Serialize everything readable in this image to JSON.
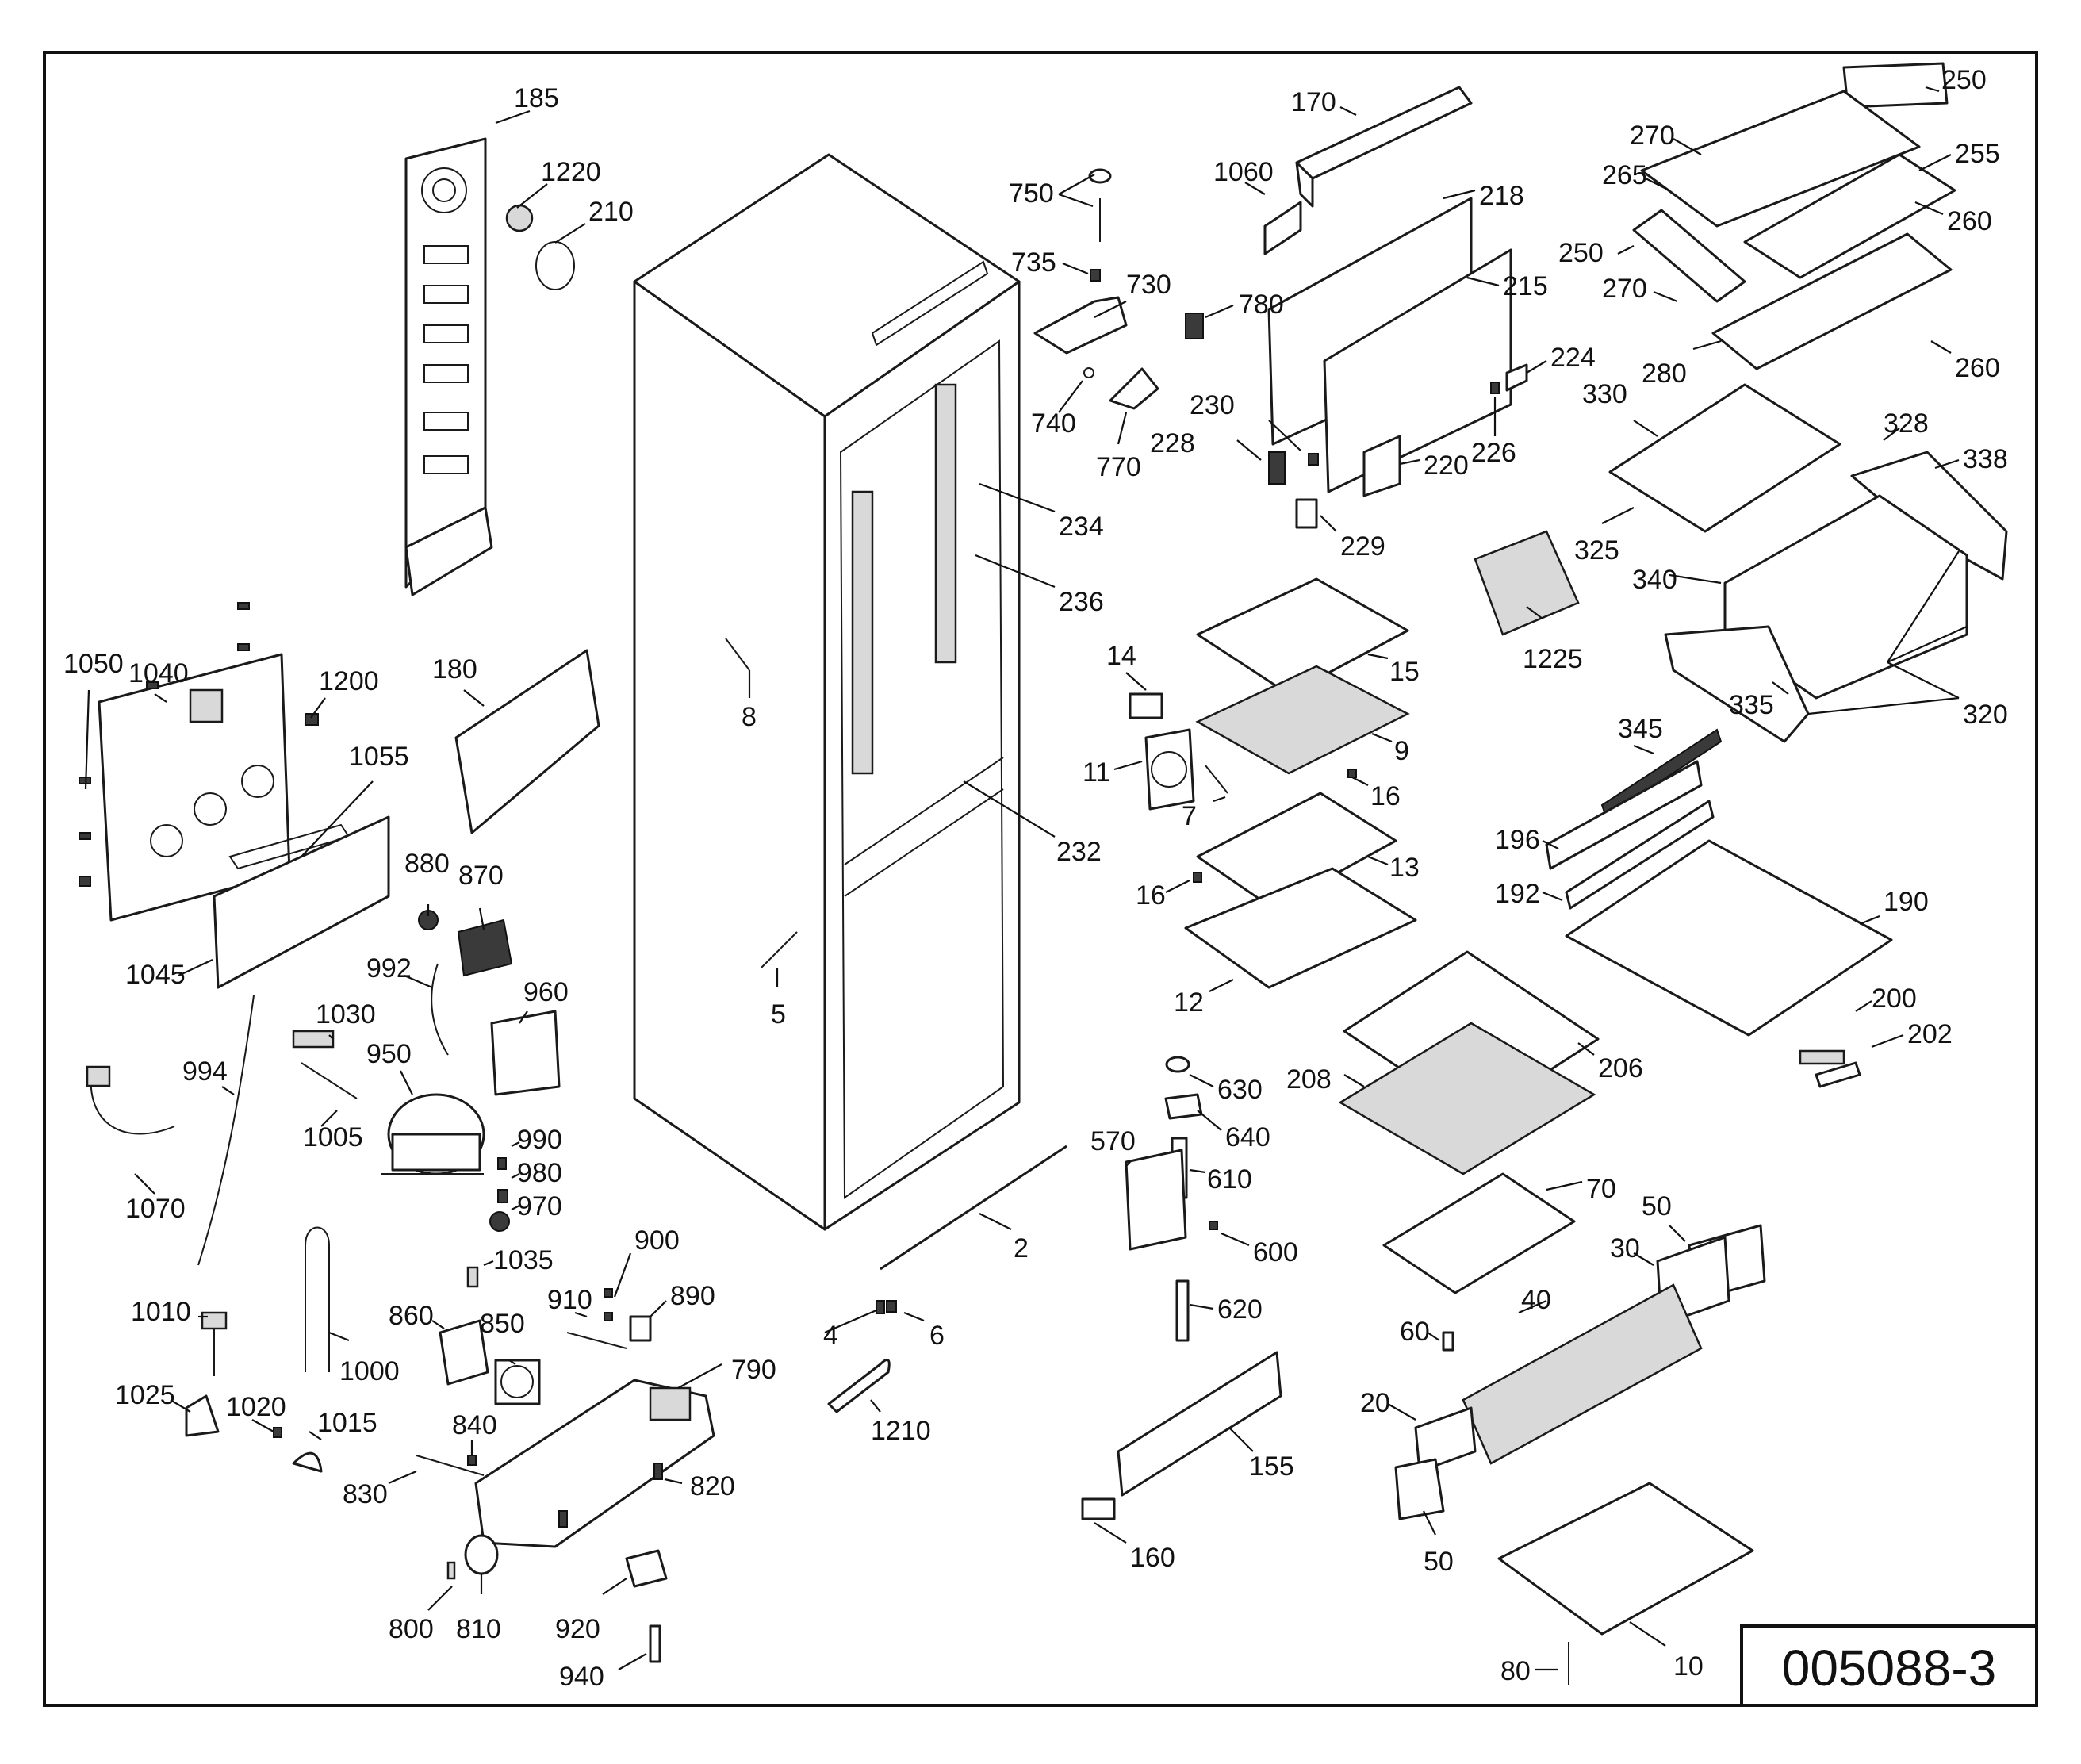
{
  "drawing_code": "005088-3",
  "callouts": [
    {
      "id": "c185",
      "label": "185"
    },
    {
      "id": "c1220",
      "label": "1220"
    },
    {
      "id": "c210",
      "label": "210"
    },
    {
      "id": "c1050",
      "label": "1050"
    },
    {
      "id": "c1040",
      "label": "1040"
    },
    {
      "id": "c1200",
      "label": "1200"
    },
    {
      "id": "c180",
      "label": "180"
    },
    {
      "id": "c1055",
      "label": "1055"
    },
    {
      "id": "c1045",
      "label": "1045"
    },
    {
      "id": "c880",
      "label": "880"
    },
    {
      "id": "c870",
      "label": "870"
    },
    {
      "id": "c992",
      "label": "992"
    },
    {
      "id": "c960",
      "label": "960"
    },
    {
      "id": "c994",
      "label": "994"
    },
    {
      "id": "c1030",
      "label": "1030"
    },
    {
      "id": "c950",
      "label": "950"
    },
    {
      "id": "c1005",
      "label": "1005"
    },
    {
      "id": "c990",
      "label": "990"
    },
    {
      "id": "c980",
      "label": "980"
    },
    {
      "id": "c970",
      "label": "970"
    },
    {
      "id": "c1070",
      "label": "1070"
    },
    {
      "id": "c1035",
      "label": "1035"
    },
    {
      "id": "c900",
      "label": "900"
    },
    {
      "id": "c910",
      "label": "910"
    },
    {
      "id": "c890",
      "label": "890"
    },
    {
      "id": "c1010",
      "label": "1010"
    },
    {
      "id": "c1000",
      "label": "1000"
    },
    {
      "id": "c860",
      "label": "860"
    },
    {
      "id": "c850",
      "label": "850"
    },
    {
      "id": "c790",
      "label": "790"
    },
    {
      "id": "c1025",
      "label": "1025"
    },
    {
      "id": "c1020",
      "label": "1020"
    },
    {
      "id": "c1015",
      "label": "1015"
    },
    {
      "id": "c840",
      "label": "840"
    },
    {
      "id": "c830",
      "label": "830"
    },
    {
      "id": "c820",
      "label": "820"
    },
    {
      "id": "c800",
      "label": "800"
    },
    {
      "id": "c810",
      "label": "810"
    },
    {
      "id": "c920",
      "label": "920"
    },
    {
      "id": "c940",
      "label": "940"
    },
    {
      "id": "c8",
      "label": "8"
    },
    {
      "id": "c5",
      "label": "5"
    },
    {
      "id": "c234",
      "label": "234"
    },
    {
      "id": "c236",
      "label": "236"
    },
    {
      "id": "c232",
      "label": "232"
    },
    {
      "id": "c2",
      "label": "2"
    },
    {
      "id": "c4",
      "label": "4"
    },
    {
      "id": "c6",
      "label": "6"
    },
    {
      "id": "c1210",
      "label": "1210"
    },
    {
      "id": "c750",
      "label": "750"
    },
    {
      "id": "c735",
      "label": "735"
    },
    {
      "id": "c730",
      "label": "730"
    },
    {
      "id": "c740",
      "label": "740"
    },
    {
      "id": "c770",
      "label": "770"
    },
    {
      "id": "c170",
      "label": "170"
    },
    {
      "id": "c1060",
      "label": "1060"
    },
    {
      "id": "c218",
      "label": "218"
    },
    {
      "id": "c215",
      "label": "215"
    },
    {
      "id": "c780",
      "label": "780"
    },
    {
      "id": "c224",
      "label": "224"
    },
    {
      "id": "c230",
      "label": "230"
    },
    {
      "id": "c228",
      "label": "228"
    },
    {
      "id": "c220",
      "label": "220"
    },
    {
      "id": "c226",
      "label": "226"
    },
    {
      "id": "c229",
      "label": "229"
    },
    {
      "id": "c14",
      "label": "14"
    },
    {
      "id": "c15",
      "label": "15"
    },
    {
      "id": "c9",
      "label": "9"
    },
    {
      "id": "c11",
      "label": "11"
    },
    {
      "id": "c16a",
      "label": "16"
    },
    {
      "id": "c7",
      "label": "7"
    },
    {
      "id": "c13",
      "label": "13"
    },
    {
      "id": "c16b",
      "label": "16"
    },
    {
      "id": "c12",
      "label": "12"
    },
    {
      "id": "c630",
      "label": "630"
    },
    {
      "id": "c640",
      "label": "640"
    },
    {
      "id": "c570",
      "label": "570"
    },
    {
      "id": "c610",
      "label": "610"
    },
    {
      "id": "c600",
      "label": "600"
    },
    {
      "id": "c620",
      "label": "620"
    },
    {
      "id": "c155",
      "label": "155"
    },
    {
      "id": "c160",
      "label": "160"
    },
    {
      "id": "c250a",
      "label": "250"
    },
    {
      "id": "c270a",
      "label": "270"
    },
    {
      "id": "c255",
      "label": "255"
    },
    {
      "id": "c265",
      "label": "265"
    },
    {
      "id": "c260a",
      "label": "260"
    },
    {
      "id": "c250b",
      "label": "250"
    },
    {
      "id": "c270b",
      "label": "270"
    },
    {
      "id": "c260b",
      "label": "260"
    },
    {
      "id": "c280",
      "label": "280"
    },
    {
      "id": "c330",
      "label": "330"
    },
    {
      "id": "c328",
      "label": "328"
    },
    {
      "id": "c338",
      "label": "338"
    },
    {
      "id": "c325",
      "label": "325"
    },
    {
      "id": "c340",
      "label": "340"
    },
    {
      "id": "c1225",
      "label": "1225"
    },
    {
      "id": "c335",
      "label": "335"
    },
    {
      "id": "c320",
      "label": "320"
    },
    {
      "id": "c345",
      "label": "345"
    },
    {
      "id": "c196",
      "label": "196"
    },
    {
      "id": "c192",
      "label": "192"
    },
    {
      "id": "c190",
      "label": "190"
    },
    {
      "id": "c200",
      "label": "200"
    },
    {
      "id": "c202",
      "label": "202"
    },
    {
      "id": "c208",
      "label": "208"
    },
    {
      "id": "c206",
      "label": "206"
    },
    {
      "id": "c70",
      "label": "70"
    },
    {
      "id": "c50a",
      "label": "50"
    },
    {
      "id": "c30",
      "label": "30"
    },
    {
      "id": "c40",
      "label": "40"
    },
    {
      "id": "c60",
      "label": "60"
    },
    {
      "id": "c20",
      "label": "20"
    },
    {
      "id": "c50b",
      "label": "50"
    },
    {
      "id": "c10",
      "label": "10"
    },
    {
      "id": "c80",
      "label": "80"
    }
  ]
}
